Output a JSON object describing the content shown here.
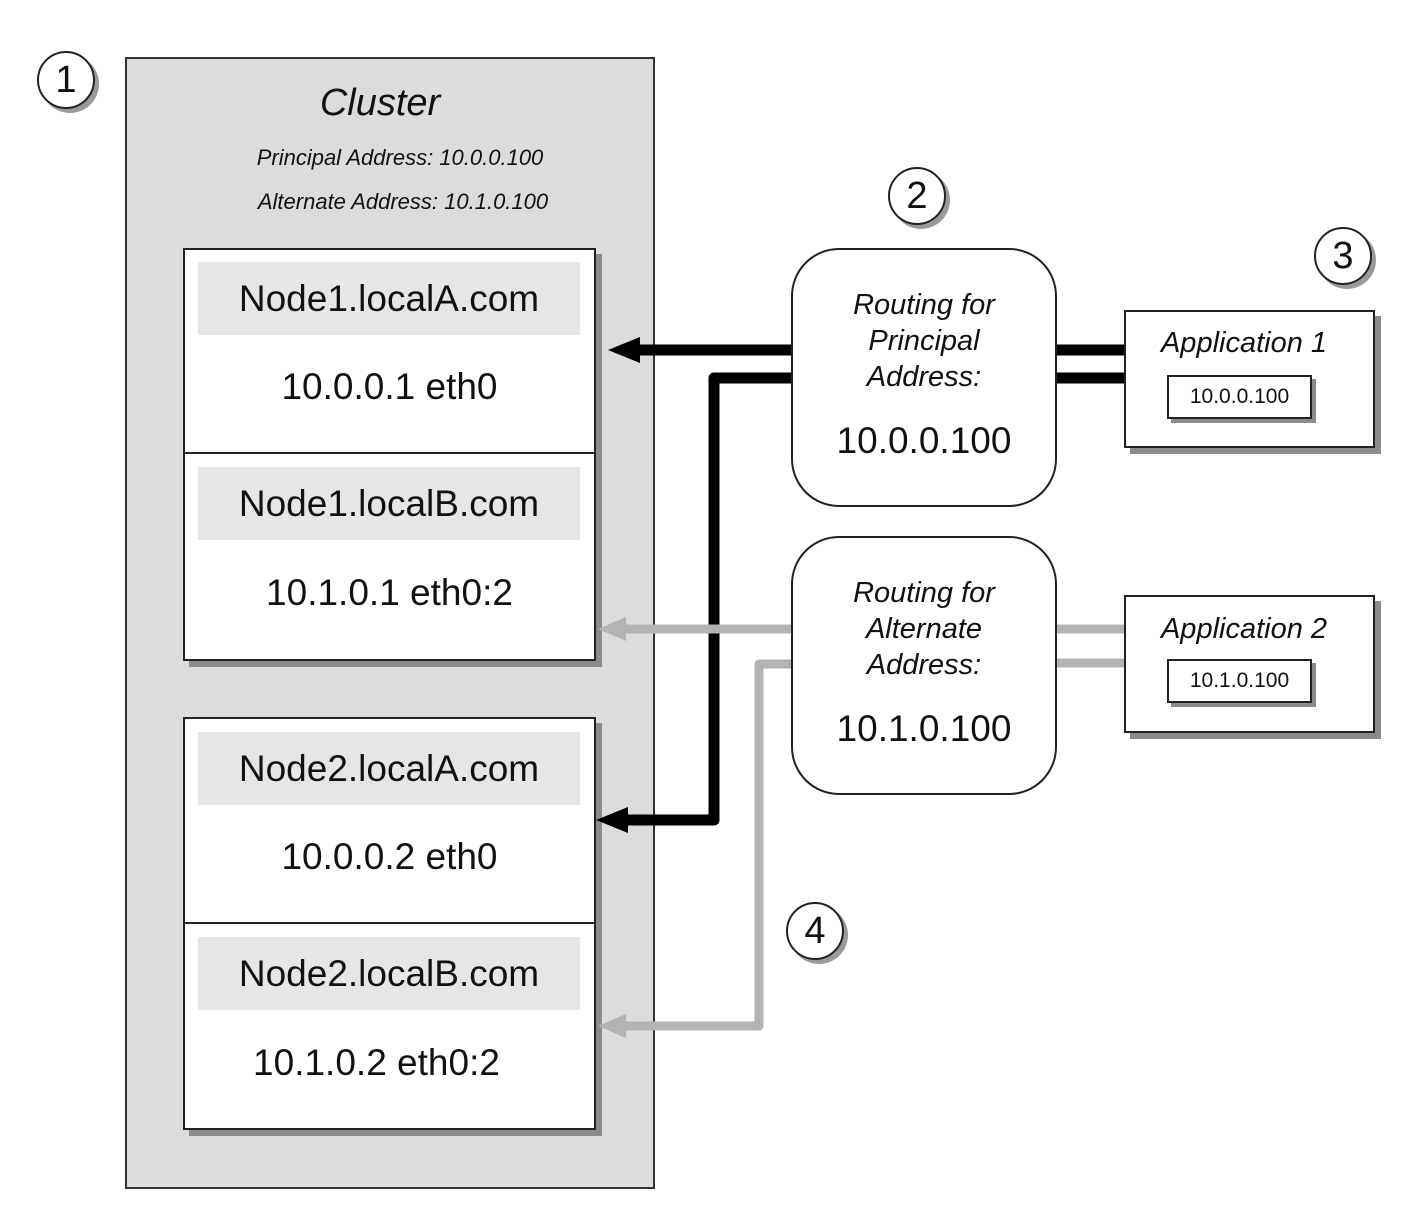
{
  "badges": [
    "1",
    "2",
    "3",
    "4"
  ],
  "cluster": {
    "title": "Cluster",
    "principal_address": "Principal Address: 10.0.0.100",
    "alternate_address": "Alternate Address: 10.1.0.100"
  },
  "nodes": [
    {
      "host": "Node1.localA.com",
      "ip": "10.0.0.1  eth0"
    },
    {
      "host": "Node1.localB.com",
      "ip": "10.1.0.1  eth0:2"
    },
    {
      "host": "Node2.localA.com",
      "ip": "10.0.0.2  eth0"
    },
    {
      "host": "Node2.localB.com",
      "ip": "10.1.0.2  eth0:2"
    }
  ],
  "routers": [
    {
      "label": "Routing for\nPrincipal\nAddress:",
      "value": "10.0.0.100"
    },
    {
      "label": "Routing for\nAlternate\nAddress:",
      "value": "10.1.0.100"
    }
  ],
  "applications": [
    {
      "label": "Application 1",
      "ip": "10.0.0.100"
    },
    {
      "label": "Application 2",
      "ip": "10.1.0.100"
    }
  ],
  "colors": {
    "principal_route": "#000000",
    "alternate_route": "#b3b3b3",
    "cluster_fill": "#dcdcdc"
  }
}
